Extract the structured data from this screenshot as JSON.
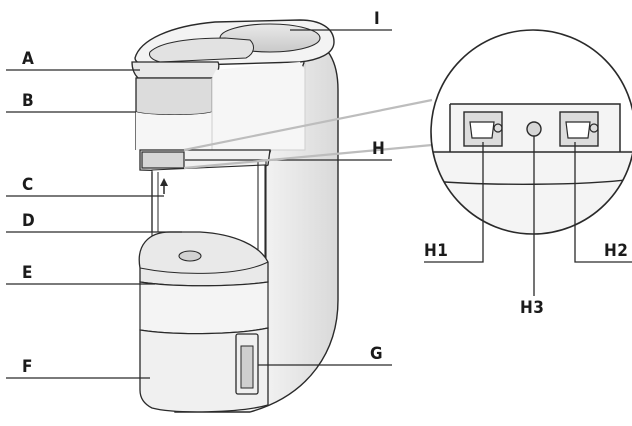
{
  "diagram": {
    "title": "",
    "callouts": [
      {
        "id": "A",
        "label": "A"
      },
      {
        "id": "B",
        "label": "B"
      },
      {
        "id": "C",
        "label": "C"
      },
      {
        "id": "D",
        "label": "D"
      },
      {
        "id": "E",
        "label": "E"
      },
      {
        "id": "F",
        "label": "F"
      },
      {
        "id": "G",
        "label": "G"
      },
      {
        "id": "H",
        "label": "H"
      },
      {
        "id": "I",
        "label": "I"
      }
    ],
    "detail_callouts": [
      {
        "id": "H1",
        "label": "H1"
      },
      {
        "id": "H2",
        "label": "H2"
      },
      {
        "id": "H3",
        "label": "H3"
      }
    ]
  },
  "colors": {
    "outline": "#2a2a2a",
    "machine_light": "#f7f7f7",
    "machine_shade": "#e4e4e4",
    "machine_dark": "#cfcfcf",
    "detail_panel": "#f2f2f2",
    "leader_gray": "#bdbdbd"
  }
}
